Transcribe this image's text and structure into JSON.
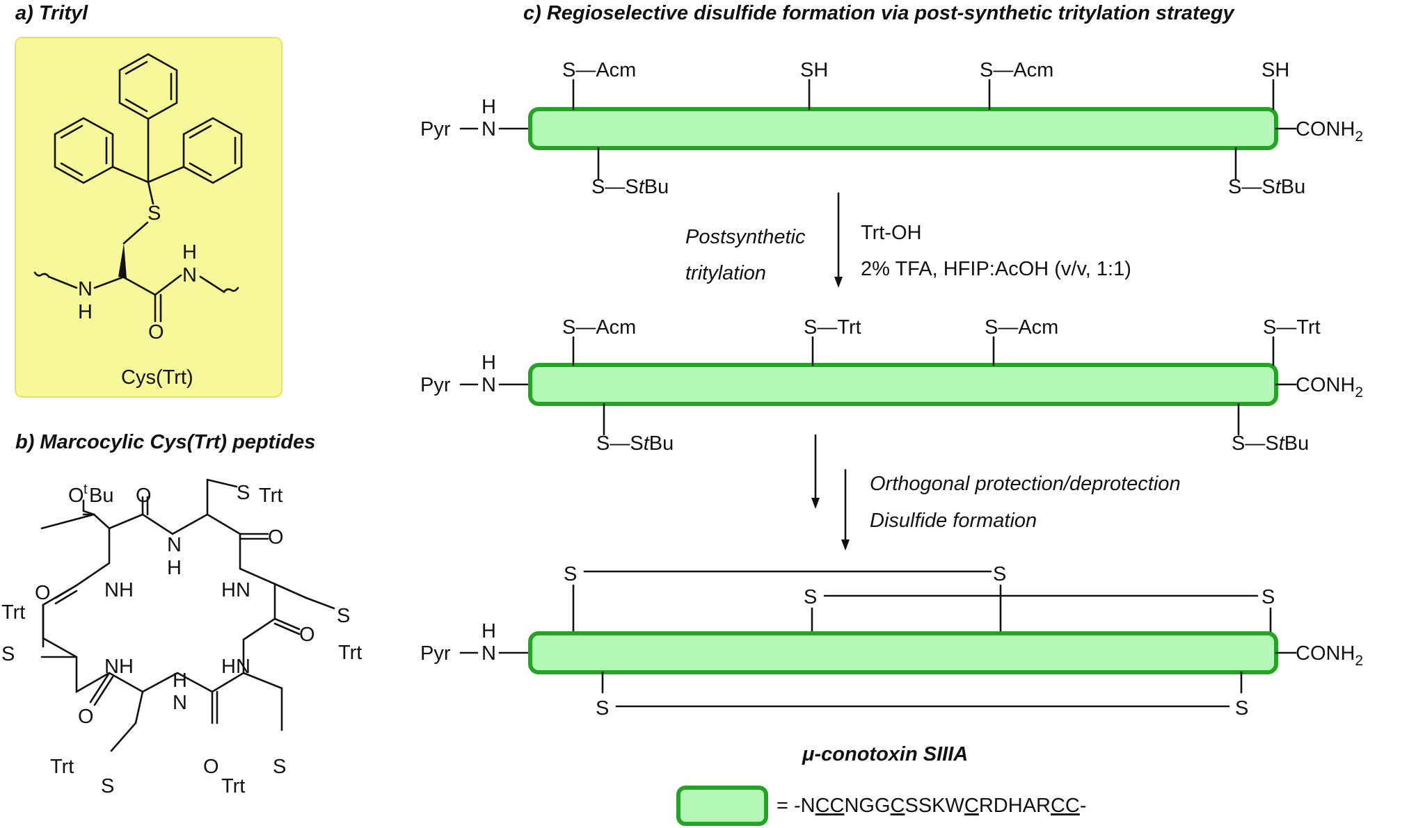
{
  "panels": {
    "a": {
      "title": "a) Trityl",
      "label": "Cys(Trt)",
      "atoms": {
        "S": "S",
        "NH_left_N": "N",
        "NH_left_H": "H",
        "NH_right_N": "N",
        "NH_right_H": "H",
        "O": "O"
      }
    },
    "b": {
      "title": "b) Marcocylic Cys(Trt) peptides",
      "labels": {
        "otbu_o": "O",
        "otbu_t": "t",
        "otbu_bu": "Bu",
        "o1": "O",
        "o2": "O",
        "o3": "O",
        "o4": "O",
        "o5": "O",
        "o6": "O",
        "nh_top_n": "N",
        "nh_top_h": "H",
        "nh1": "NH",
        "hn1": "HN",
        "nh2": "NH",
        "hn2": "HN",
        "nh_bot_n": "N",
        "nh_bot_h": "H",
        "s_tr": "S",
        "trt_tr": "Trt",
        "s_r": "S",
        "trt_r": "Trt",
        "s_l": "S",
        "trt_l": "Trt",
        "s_bl": "S",
        "trt_bl": "Trt",
        "s_br": "S",
        "trt_br": "Trt"
      }
    },
    "c": {
      "title": "c) Regioselective disulfide formation via post-synthetic tritylation strategy",
      "n_term": "Pyr",
      "n_atom": "N",
      "h_atom": "H",
      "c_term_main": "CONH",
      "c_term_sub": "2",
      "row1": {
        "top": [
          "S—Acm",
          "SH",
          "S—Acm",
          "SH"
        ],
        "bottom": [
          "S—S",
          "S—S"
        ],
        "bottom_it": "t",
        "bottom_tail": "Bu"
      },
      "step1": {
        "left_line1": "Postsynthetic",
        "left_line2": "tritylation",
        "right_line1": "Trt-OH",
        "right_line2": "2% TFA, HFIP:AcOH (v/v, 1:1)"
      },
      "row2": {
        "top": [
          "S—Acm",
          "S—Trt",
          "S—Acm",
          "S—Trt"
        ],
        "bottom": [
          "S—S",
          "S—S"
        ],
        "bottom_it": "t",
        "bottom_tail": "Bu"
      },
      "step2": {
        "line1": "Orthogonal protection/deprotection",
        "line2": "Disulfide formation"
      },
      "row3": {
        "s_labels": [
          "S",
          "S",
          "S",
          "S",
          "S",
          "S"
        ]
      },
      "product_name": "μ-conotoxin SIIIA",
      "legend": {
        "eq": "= -N",
        "seq": [
          "CC",
          "NGG",
          "C",
          "SSKW",
          "C",
          "RDHAR",
          "CC",
          "-"
        ]
      }
    }
  }
}
